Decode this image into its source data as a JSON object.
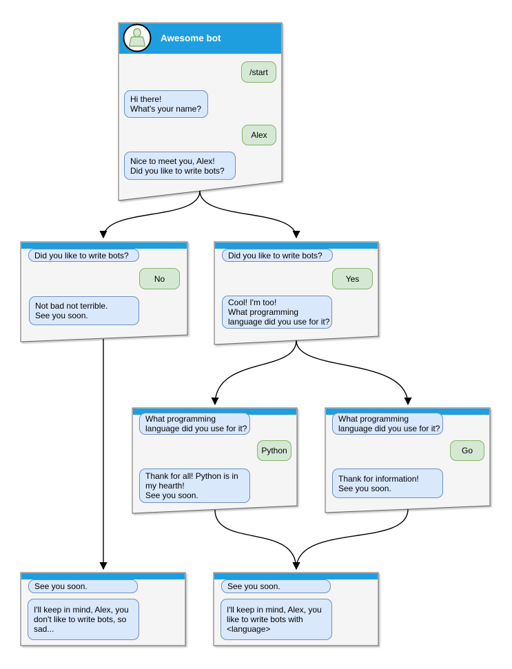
{
  "colors": {
    "header_blue": "#1E9EDE",
    "card_fill": "#F5F5F5",
    "card_border": "#666666",
    "bot_bubble_fill": "#DAE8FC",
    "bot_bubble_border": "#6C8EBF",
    "user_bubble_fill": "#D5E8D4",
    "user_bubble_border": "#82B366"
  },
  "main_card": {
    "title": "Awesome bot",
    "avatar": "person-icon",
    "messages": [
      {
        "from": "user",
        "text": "/start"
      },
      {
        "from": "bot",
        "text": "Hi there!\nWhat's your name?"
      },
      {
        "from": "user",
        "text": "Alex"
      },
      {
        "from": "bot",
        "text": "Nice to meet you, Alex!\nDid you like to write bots?"
      }
    ]
  },
  "no_card": {
    "messages": [
      {
        "from": "bot",
        "text": "Did you like to write bots?"
      },
      {
        "from": "user",
        "text": "No"
      },
      {
        "from": "bot",
        "text": "Not bad not terrible.\nSee you soon."
      }
    ]
  },
  "yes_card": {
    "messages": [
      {
        "from": "bot",
        "text": "Did you like to write bots?"
      },
      {
        "from": "user",
        "text": "Yes"
      },
      {
        "from": "bot",
        "text": "Cool! I'm too!\nWhat programming\nlanguage did you use for it?"
      }
    ]
  },
  "python_card": {
    "messages": [
      {
        "from": "bot",
        "text": "What programming\nlanguage did you use for it?"
      },
      {
        "from": "user",
        "text": "Python"
      },
      {
        "from": "bot",
        "text": "Thank for all! Python is in\nmy hearth!\nSee you soon."
      }
    ]
  },
  "go_card": {
    "messages": [
      {
        "from": "bot",
        "text": "What programming\nlanguage did you use for it?"
      },
      {
        "from": "user",
        "text": "Go"
      },
      {
        "from": "bot",
        "text": "Thank for information!\nSee you soon."
      }
    ]
  },
  "end_no_card": {
    "messages": [
      {
        "from": "bot",
        "text": "See you soon."
      },
      {
        "from": "bot",
        "text": "I'll keep in mind, Alex, you\ndon't like to write bots, so\nsad..."
      }
    ]
  },
  "end_yes_card": {
    "messages": [
      {
        "from": "bot",
        "text": "See you soon."
      },
      {
        "from": "bot",
        "text": "I'll keep in mind, Alex, you\nlike to write bots with\n<language>"
      }
    ]
  }
}
